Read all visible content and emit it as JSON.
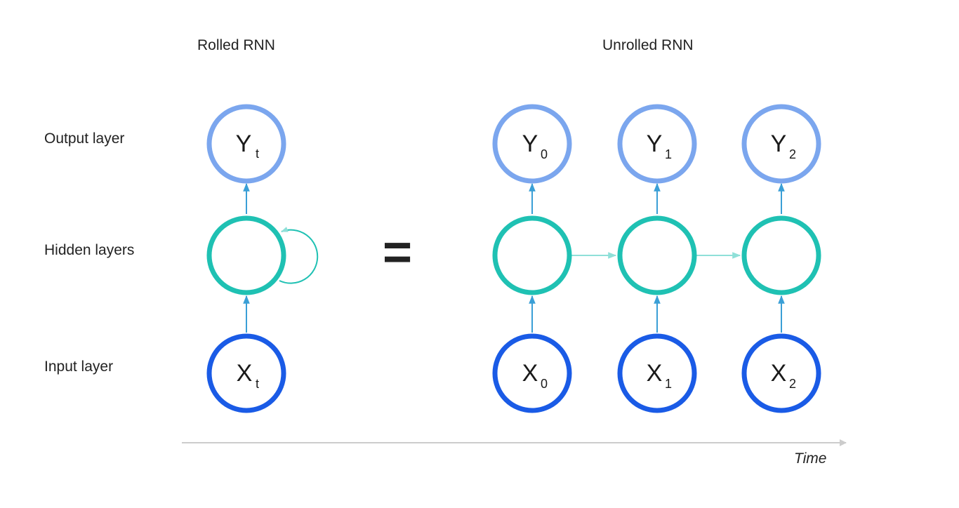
{
  "titles": {
    "rolled": "Rolled RNN",
    "unrolled": "Unrolled RNN"
  },
  "layers": {
    "output": "Output layer",
    "hidden": "Hidden layers",
    "input": "Input layer"
  },
  "nodes": {
    "rolled": {
      "output": {
        "main": "Y",
        "sub": "t"
      },
      "input": {
        "main": "X",
        "sub": "t"
      }
    },
    "unrolled_output": [
      {
        "main": "Y",
        "sub": "0"
      },
      {
        "main": "Y",
        "sub": "1"
      },
      {
        "main": "Y",
        "sub": "2"
      }
    ],
    "unrolled_input": [
      {
        "main": "X",
        "sub": "0"
      },
      {
        "main": "X",
        "sub": "1"
      },
      {
        "main": "X",
        "sub": "2"
      }
    ]
  },
  "equals": "=",
  "time_label": "Time",
  "colors": {
    "output_node": "#7ba6ee",
    "hidden_node": "#1fc1b3",
    "input_node": "#1a5be6",
    "vertical_arrow": "#3a9fd6",
    "horizontal_arrow": "#8fe0d8",
    "time_axis": "#cccccc"
  }
}
